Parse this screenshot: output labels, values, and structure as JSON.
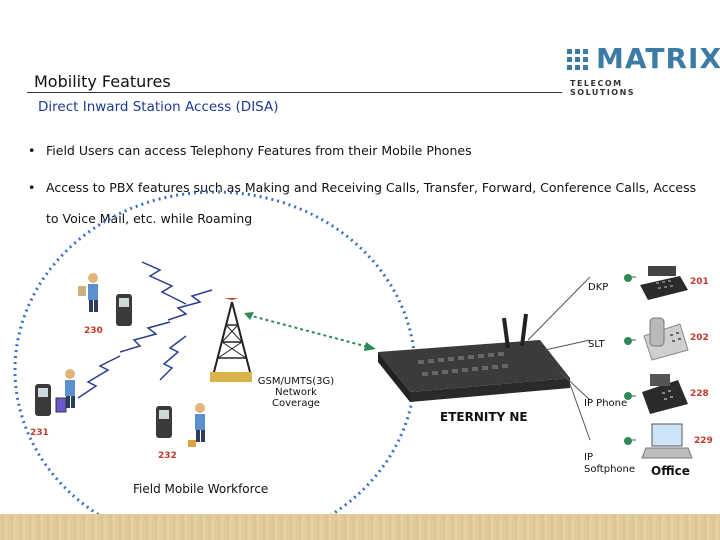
{
  "header": {
    "title": "Mobility Features",
    "subtitle": "Direct Inward Station Access (DISA)",
    "logo_word": "MATRIX",
    "logo_sub": "TELECOM SOLUTIONS"
  },
  "bullets": [
    "Field Users can access Telephony Features from their Mobile Phones",
    "Access to PBX features such as Making and Receiving Calls, Transfer, Forward, Conference Calls, Access",
    "to Voice Mail, etc. while Roaming"
  ],
  "bullet_mark": "•",
  "diagram": {
    "workforce_label": "Field Mobile Workforce",
    "tower_label_1": "GSM/UMTS(3G)",
    "tower_label_2": "Network",
    "tower_label_3": "Coverage",
    "pbx_label": "ETERNITY NE",
    "office_label": "Office",
    "mobile_numbers": [
      "230",
      "231",
      "232"
    ],
    "devices": [
      {
        "label": "DKP",
        "number": "201"
      },
      {
        "label": "SLT",
        "number": "202"
      },
      {
        "label": "IP Phone",
        "number": "228"
      },
      {
        "label": "IP",
        "label2": "Softphone",
        "number": "229"
      }
    ],
    "colors": {
      "coverage": "#3a6fc4",
      "numbers": "#c0392b",
      "link": "#2e8b57",
      "tower": "#d9b44a"
    }
  }
}
